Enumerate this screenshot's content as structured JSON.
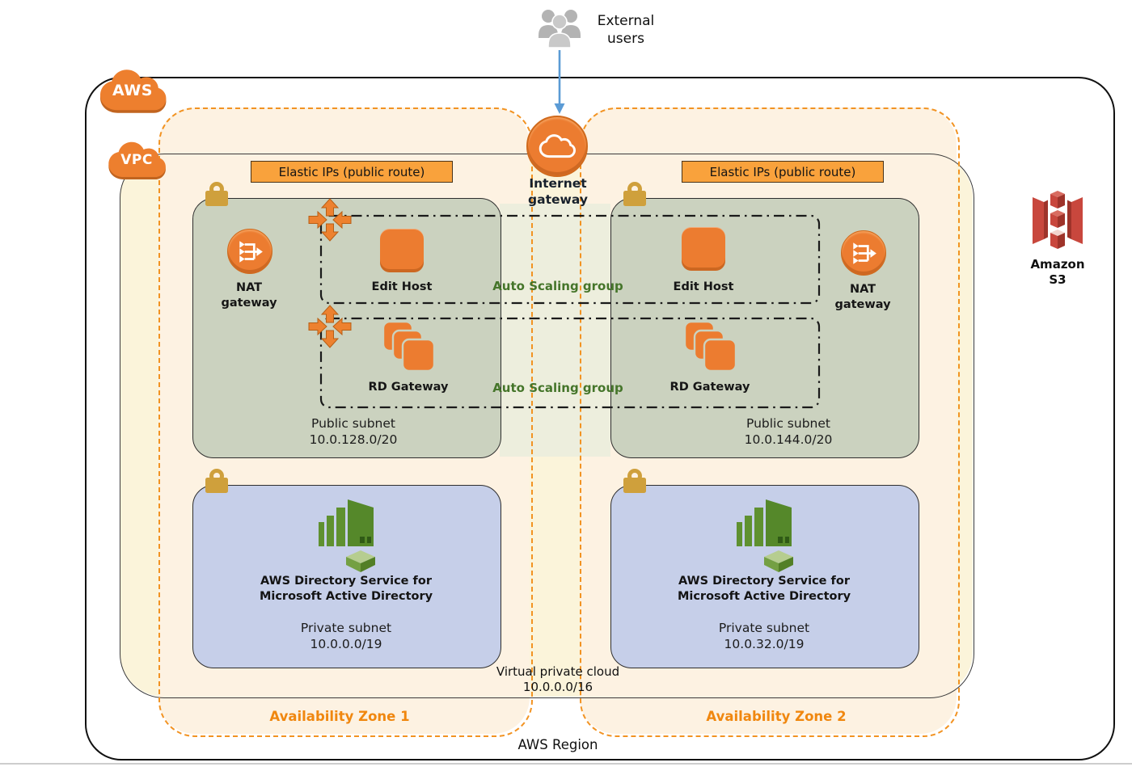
{
  "external_users": {
    "line1": "External",
    "line2": "users"
  },
  "aws_badge": "AWS",
  "vpc_badge": "VPC",
  "internet_gateway": {
    "line1": "Internet",
    "line2": "gateway"
  },
  "amazon_s3": {
    "line1": "Amazon",
    "line2": "S3"
  },
  "region_label": "AWS Region",
  "vpc_label": {
    "line1": "Virtual private cloud",
    "line2": "10.0.0.0/16"
  },
  "auto_scaling_groups": [
    {
      "label": "Auto Scaling group"
    },
    {
      "label": "Auto Scaling group"
    }
  ],
  "zones": [
    {
      "name": "Availability Zone 1",
      "elastic_ips": "Elastic IPs (public route)",
      "nat": {
        "line1": "NAT",
        "line2": "gateway"
      },
      "edit_host": "Edit Host",
      "rd_gateway": "RD Gateway",
      "public_subnet": {
        "line1": "Public subnet",
        "line2": "10.0.128.0/20"
      },
      "directory": {
        "line1": "AWS Directory Service for",
        "line2": "Microsoft Active Directory"
      },
      "private_subnet": {
        "line1": "Private subnet",
        "line2": "10.0.0.0/19"
      }
    },
    {
      "name": "Availability Zone 2",
      "elastic_ips": "Elastic IPs (public route)",
      "nat": {
        "line1": "NAT",
        "line2": "gateway"
      },
      "edit_host": "Edit Host",
      "rd_gateway": "RD Gateway",
      "public_subnet": {
        "line1": "Public subnet",
        "line2": "10.0.144.0/20"
      },
      "directory": {
        "line1": "AWS Directory Service for",
        "line2": "Microsoft Active Directory"
      },
      "private_subnet": {
        "line1": "Private subnet",
        "line2": "10.0.32.0/19"
      }
    }
  ],
  "colors": {
    "accent_orange": "#ec7c30",
    "az_dash_orange": "#f29322",
    "asg_text_green": "#45752a",
    "public_subnet_green": "#cbd2bf",
    "private_subnet_blue": "#c6cfe9",
    "vpc_fill_cream": "#fbf4da",
    "az_fill_cream": "#fdf2e2",
    "lock_gold": "#cfa03c",
    "s3_red": "#c8473d",
    "directory_green": "#5f9130",
    "users_gray": "#b3b3b3",
    "arrow_blue": "#5b9bd5"
  }
}
